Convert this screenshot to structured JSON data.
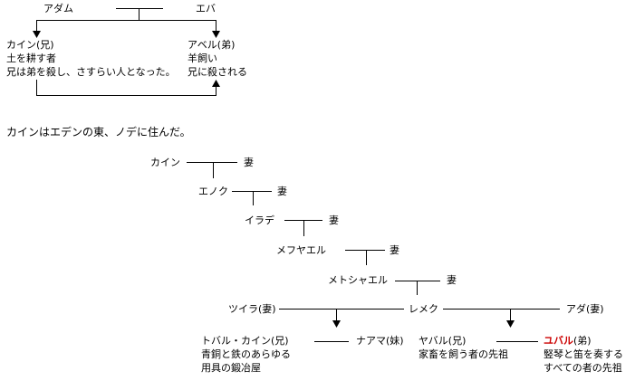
{
  "top": {
    "adam": "アダム",
    "eve": "エバ",
    "cain_name": "カイン(兄)",
    "cain_line1": "土を耕す者",
    "cain_line2": "兄は弟を殺し、さすらい人となった。",
    "abel_name": "アベル(弟)",
    "abel_line1": "羊飼い",
    "abel_line2": "兄に殺される"
  },
  "note": "カインはエデンの東、ノデに住んだ。",
  "lineage": {
    "cain": "カイン",
    "wife": "妻",
    "enoch": "エノク",
    "irad": "イラデ",
    "mehujael": "メフヤエル",
    "methushael": "メトシャエル",
    "lamech": "レメク",
    "zillah": "ツイラ(妻)",
    "adah": "アダ(妻)"
  },
  "children": {
    "tubal_name": "トバル・カイン(兄)",
    "tubal_line1": "青銅と鉄のあらゆる",
    "tubal_line2": "用具の鍛冶屋",
    "naamah": "ナアマ(妹)",
    "jabal_name": "ヤバル(兄)",
    "jabal_line1": "家畜を飼う者の先祖",
    "jubal_name": "ユバル",
    "jubal_suffix": "(弟)",
    "jubal_line1": "竪琴と笛を奏する",
    "jubal_line2": "すべての者の先祖"
  },
  "colors": {
    "highlight": "#cc0000",
    "line": "#000000"
  }
}
